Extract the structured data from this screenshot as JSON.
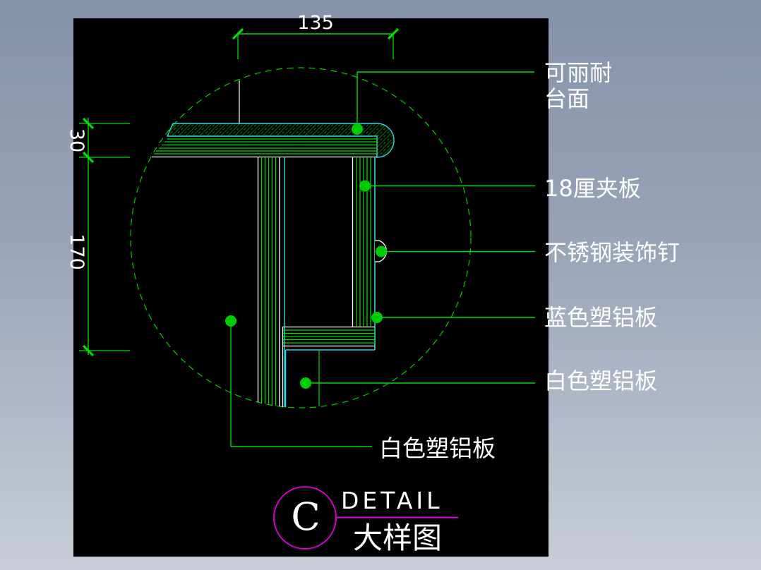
{
  "dimensions": {
    "width": "135",
    "thickness": "30",
    "height": "170"
  },
  "callouts": {
    "corian_line1": "可丽耐",
    "corian_line2": "台面",
    "plywood": "18厘夹板",
    "steel_nail": "不锈钢装饰钉",
    "blue_panel": "蓝色塑铝板",
    "white_panel_right": "白色塑铝板",
    "white_panel_bottom": "白色塑铝板"
  },
  "title_block": {
    "letter": "C",
    "name_en": "DETAIL",
    "name_cn": "大样图"
  },
  "colors": {
    "green": "#00dd00",
    "dotgreen": "#00cc00",
    "cyan": "#2fd5e4",
    "white": "#ffffff",
    "magenta": "#dd00dd",
    "canvas": "#000000"
  }
}
